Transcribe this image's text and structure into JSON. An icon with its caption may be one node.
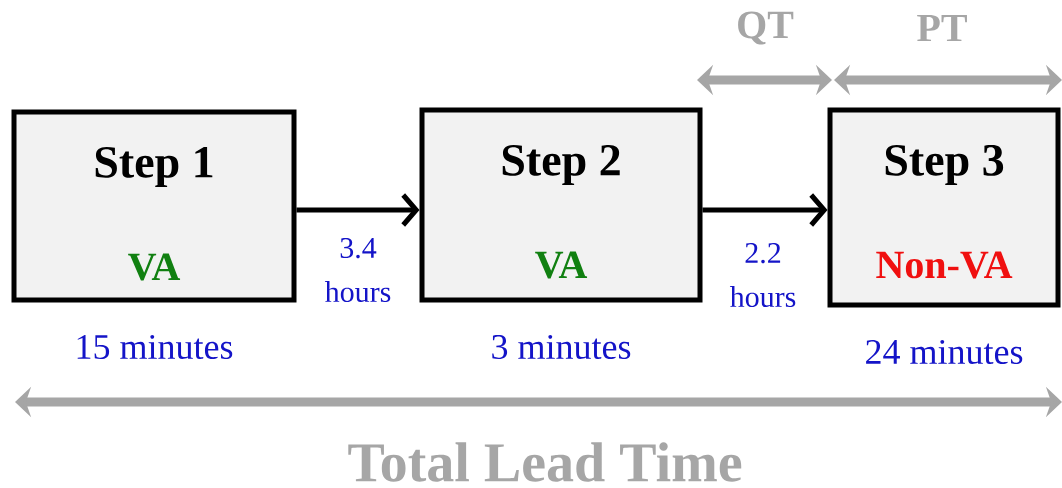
{
  "diagram": {
    "nodes": [
      {
        "text": [
          "Step 1",
          "VA"
        ],
        "beside": [
          "15 minutes"
        ]
      },
      {
        "text": [
          "Step 2",
          "VA"
        ],
        "beside": [
          "3 minutes"
        ]
      },
      {
        "text": [
          "Step 3",
          "Non-VA"
        ],
        "beside": [
          "24 minutes"
        ]
      }
    ],
    "edges": [
      {
        "from": 0,
        "to": 1,
        "arrow": "to",
        "label": "3.4 hours"
      },
      {
        "from": 1,
        "to": 2,
        "arrow": "to",
        "label": "2.2 hours"
      }
    ],
    "labels": [
      "QT",
      "PT",
      "Total Lead Time"
    ]
  }
}
